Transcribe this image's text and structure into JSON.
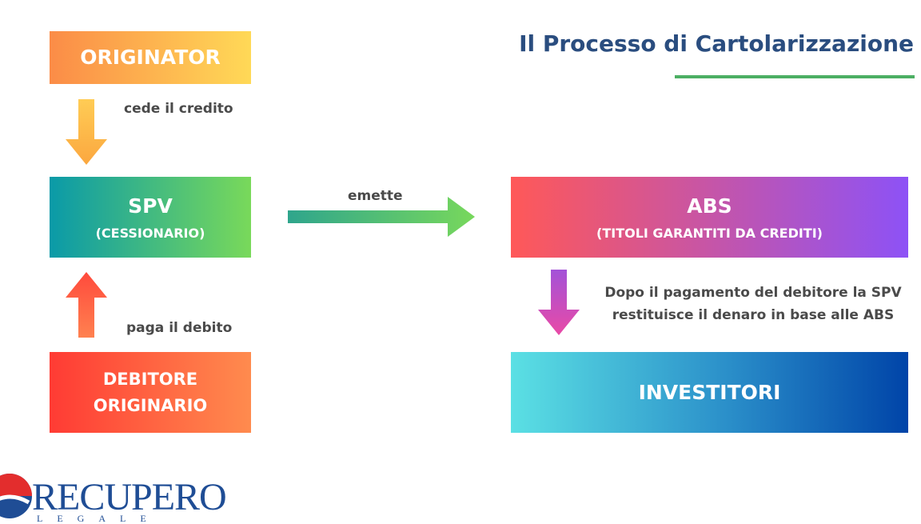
{
  "title": "Il Processo di Cartolarizzazione",
  "nodes": {
    "originator": {
      "label": "ORIGINATOR"
    },
    "spv": {
      "label": "SPV",
      "sublabel": "(CESSIONARIO)"
    },
    "debitore": {
      "line1": "DEBITORE",
      "line2": "ORIGINARIO"
    },
    "abs": {
      "label": "ABS",
      "sublabel": "(TITOLI GARANTITI DA CREDITI)"
    },
    "investitori": {
      "label": "INVESTITORI"
    }
  },
  "edges": {
    "originator_to_spv": "cede il credito",
    "spv_to_abs": "emette",
    "debitore_to_spv": "paga il debito",
    "abs_to_investitori": {
      "line1": "Dopo il pagamento del debitore la SPV",
      "line2": "restituisce il denaro in base alle ABS"
    }
  },
  "logo": {
    "text": "RECUPERO",
    "subtext": "LEGALE"
  },
  "colors": {
    "title": "#2a4d7f",
    "rule": "#4caf63",
    "label_text": "#4a4a4a"
  }
}
